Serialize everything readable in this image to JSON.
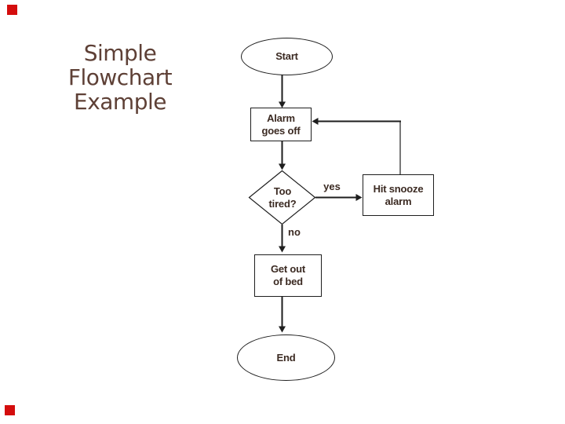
{
  "slide": {
    "title": {
      "line1": "Simple",
      "line2": "Flowchart",
      "line3": "Example"
    }
  },
  "flowchart": {
    "start_label": "Start",
    "alarm": {
      "line1": "Alarm",
      "line2": "goes off"
    },
    "decision": {
      "line1": "Too",
      "line2": "tired?"
    },
    "yes_label": "yes",
    "no_label": "no",
    "snooze": {
      "line1": "Hit snooze",
      "line2": "alarm"
    },
    "getup": {
      "line1": "Get out",
      "line2": "of bed"
    },
    "end_label": "End"
  },
  "colors": {
    "accent_red": "#d40d0d",
    "title_brown": "#5e4036",
    "node_text": "#3b2a22",
    "line_black": "#1e1e1e"
  }
}
